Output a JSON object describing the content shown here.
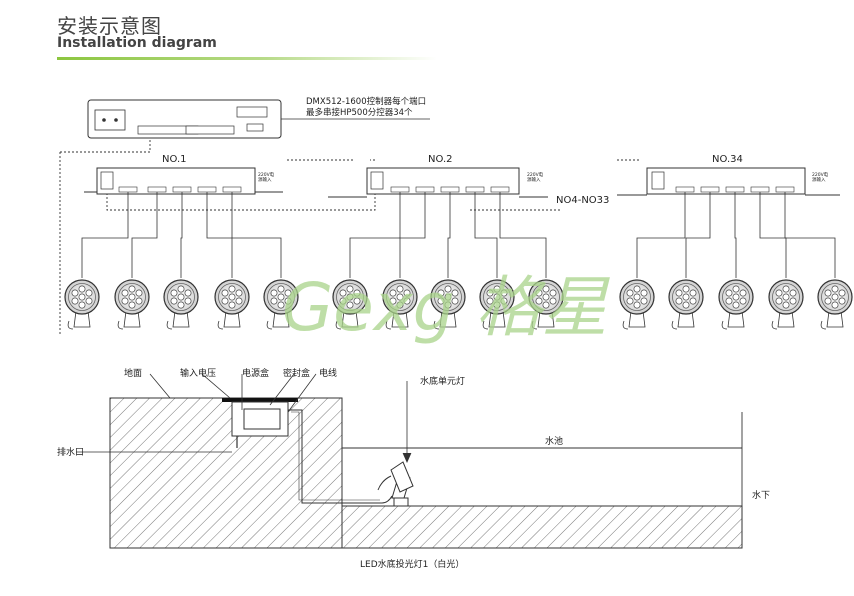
{
  "header": {
    "title_cn": "安装示意图",
    "title_en": "Installation diagram"
  },
  "wiring": {
    "controller_note_line1": "DMX512-1600控制器每个端口",
    "controller_note_line2": "最多串接HP500分控器34个",
    "groups": [
      {
        "label": "NO.1"
      },
      {
        "label": "NO.2"
      },
      {
        "label": "NO.34"
      }
    ],
    "middle_range_label": "NO4-NO33",
    "box_tag_line1": "220V电",
    "box_tag_line2": "源输入",
    "watermark": "Gexg 格星"
  },
  "installation": {
    "ground_label": "地面",
    "input_voltage_label": "输入电压",
    "power_box_label": "电源盒",
    "sealed_box_label": "密封盒",
    "cable_label": "电线",
    "underwater_lamp_label": "水底单元灯",
    "drain_label": "排水口",
    "pool_label": "水池",
    "underwater_label": "水下",
    "caption": "LED水底投光灯1（白光）"
  },
  "colors": {
    "accent_rule": "#8cc63f",
    "line": "#333333",
    "watermark": "#a9d48a"
  }
}
